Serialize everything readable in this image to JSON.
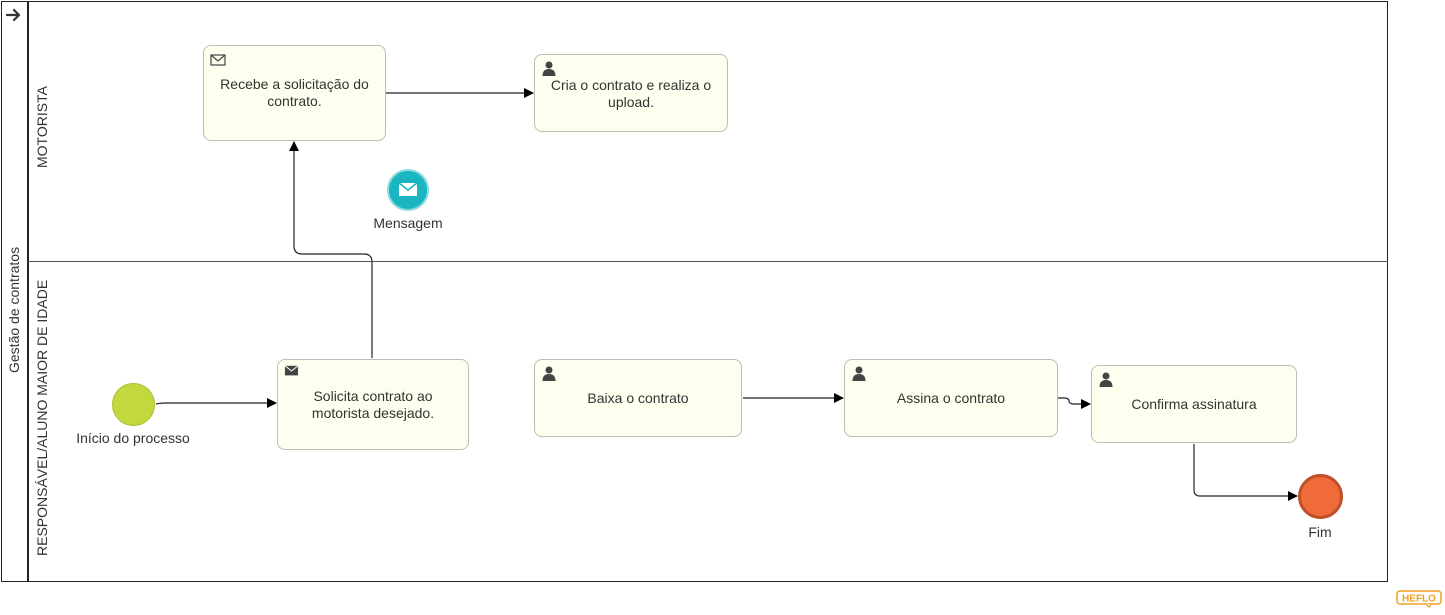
{
  "pool": {
    "name": "Gestão de contratos"
  },
  "lanes": [
    {
      "name": "MOTORISTA"
    },
    {
      "name": "RESPONSÁVEL/ALUNO MAIOR DE IDADE"
    }
  ],
  "tasks": {
    "recebe": {
      "label": "Recebe a solicitação do contrato.",
      "icon": "envelope-icon"
    },
    "cria": {
      "label": "Cria o contrato e realiza o upload.",
      "icon": "user-icon"
    },
    "solicita": {
      "label": "Solicita contrato ao motorista desejado.",
      "icon": "envelope-icon"
    },
    "baixa": {
      "label": "Baixa o contrato",
      "icon": "user-icon"
    },
    "assina": {
      "label": "Assina o contrato",
      "icon": "user-icon"
    },
    "confirma": {
      "label": "Confirma assinatura",
      "icon": "user-icon"
    }
  },
  "events": {
    "mensagem": {
      "label": "Mensagem",
      "type": "intermediate-message",
      "color": "#1bb5c0"
    },
    "inicio": {
      "label": "Início do processo",
      "type": "start",
      "color": "#c2d83d"
    },
    "fim": {
      "label": "Fim",
      "type": "end",
      "color": "#ef6c3a"
    }
  },
  "brand": {
    "logo_text": "HEFLO",
    "color": "#f0a020"
  }
}
